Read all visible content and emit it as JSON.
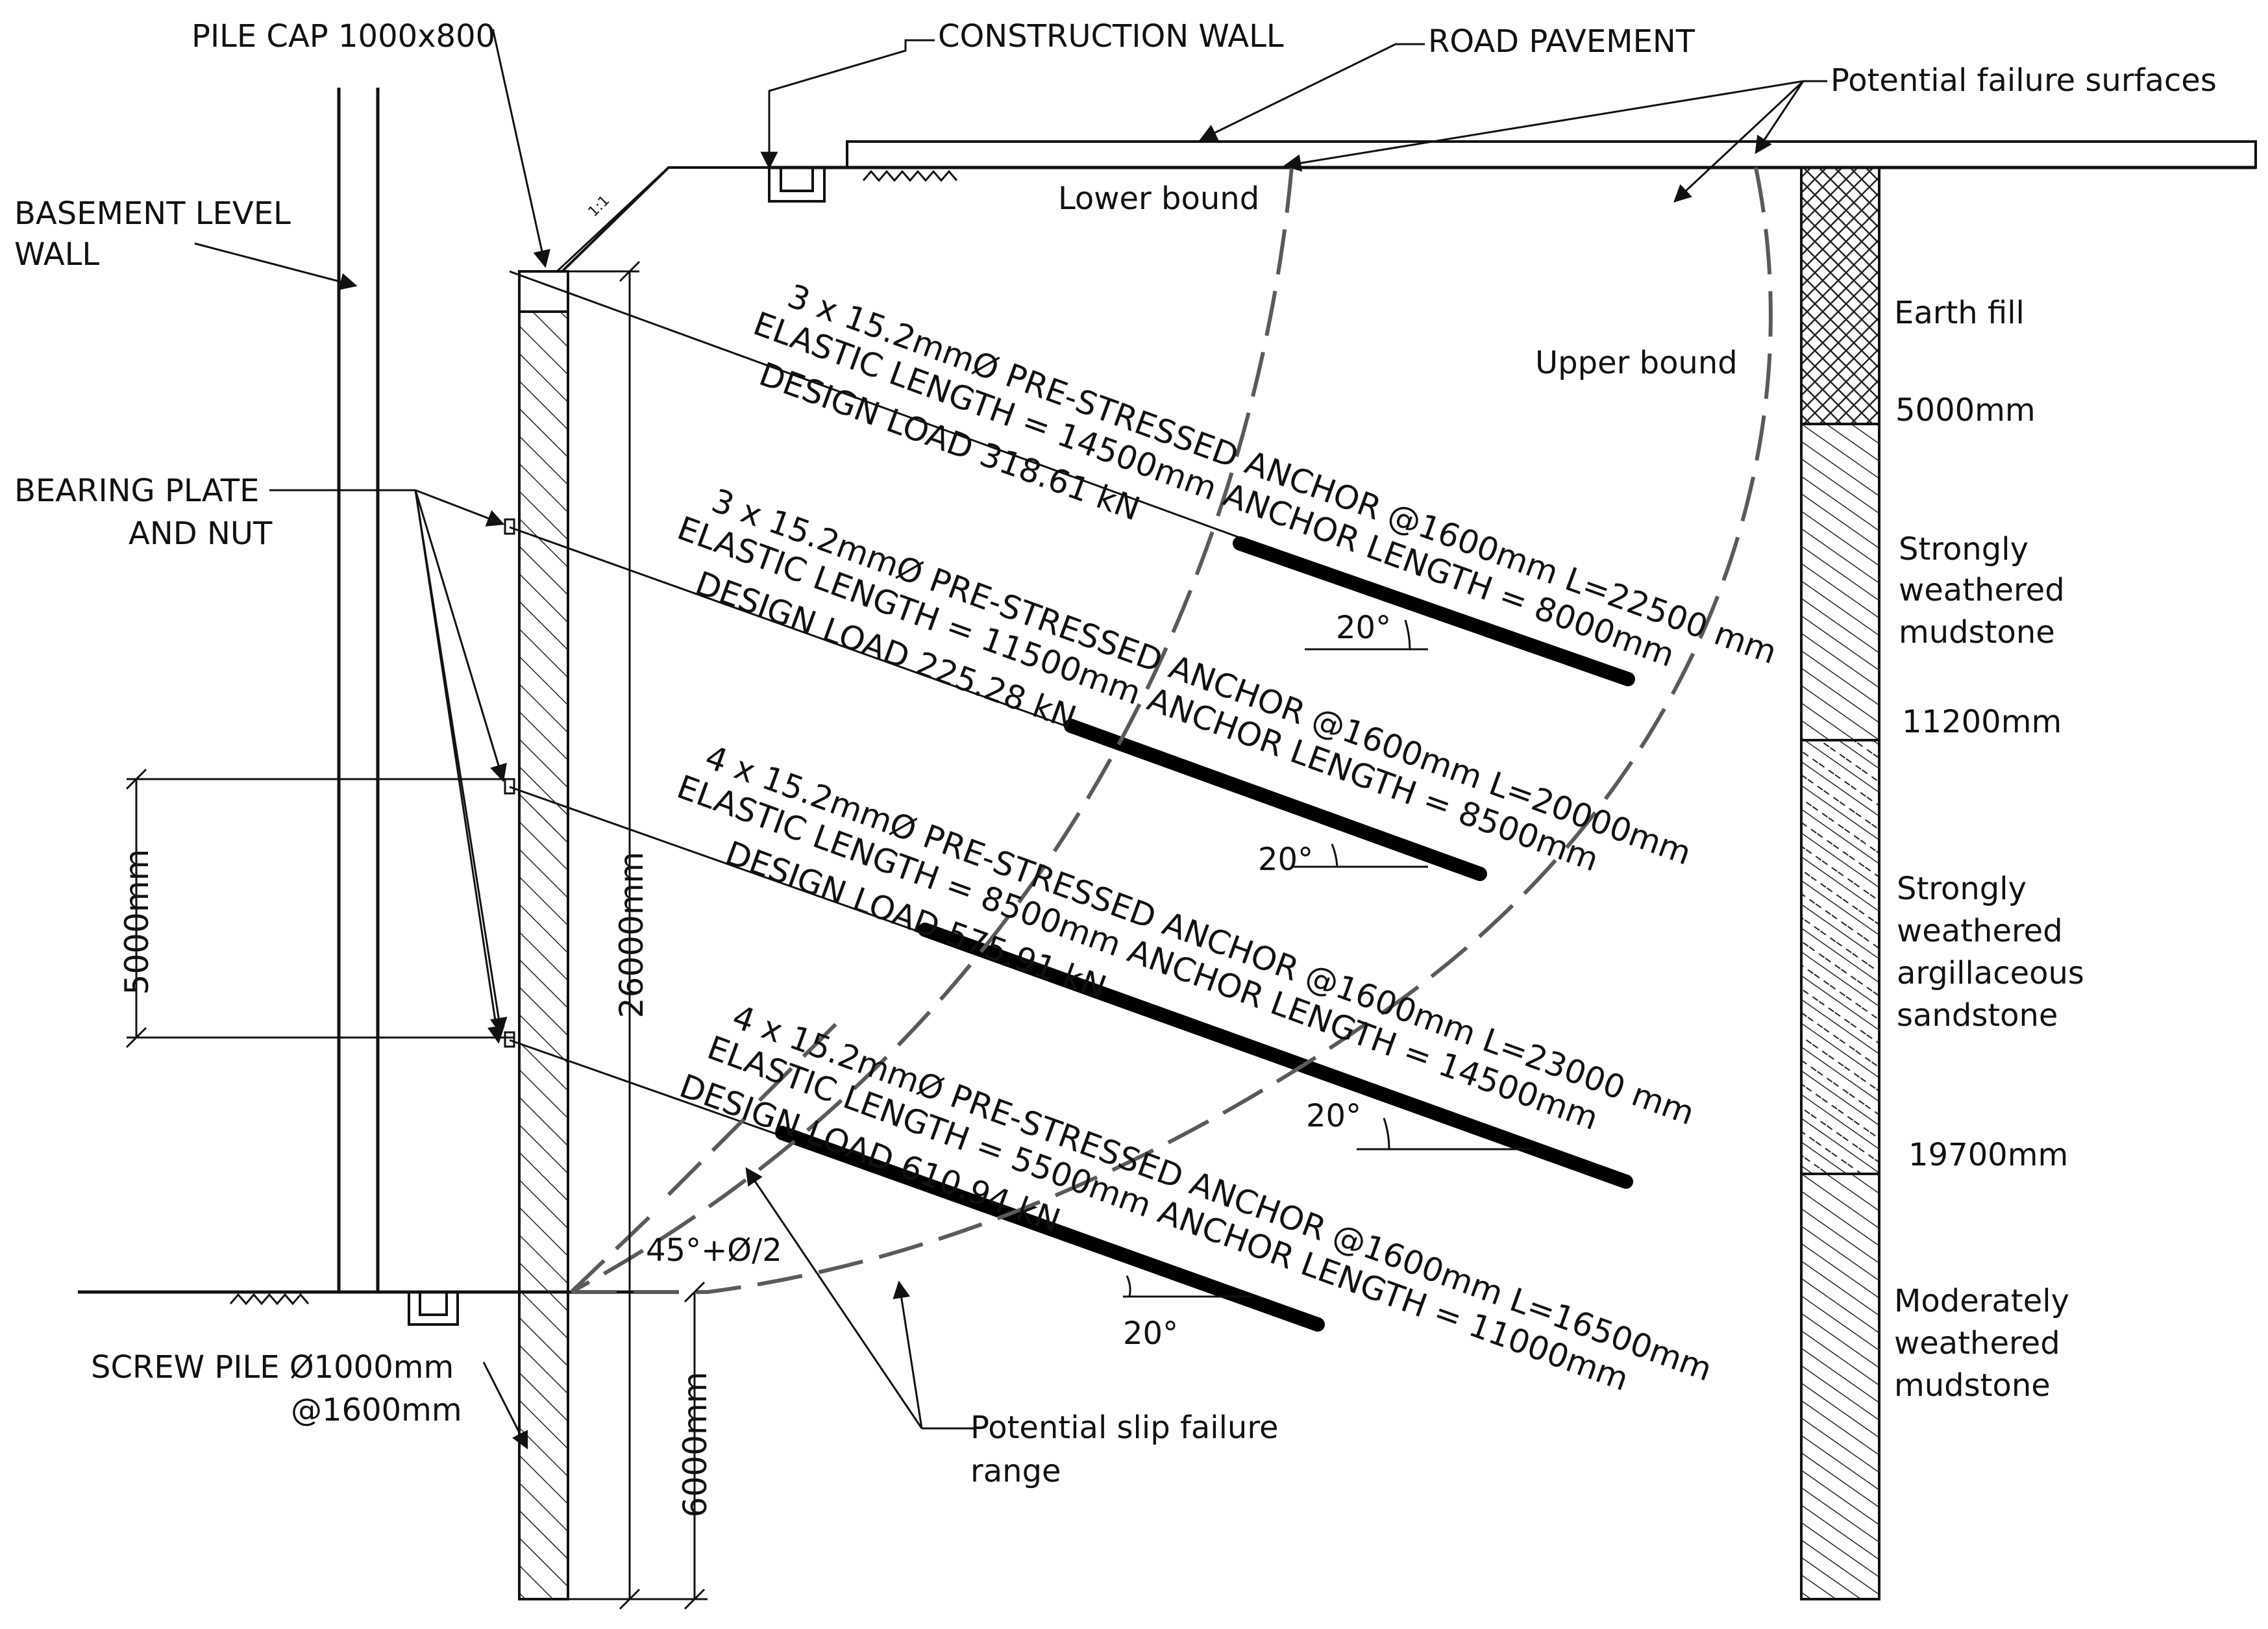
{
  "labels": {
    "pile_cap": "PILE CAP 1000x800",
    "construction_wall": "CONSTRUCTION WALL",
    "road_pavement": "ROAD PAVEMENT",
    "potential_failure_surfaces": "Potential failure surfaces",
    "basement_wall_line1": "BASEMENT LEVEL",
    "basement_wall_line2": "WALL",
    "lower_bound": "Lower bound",
    "upper_bound": "Upper bound",
    "bearing_plate_line1": "BEARING PLATE",
    "bearing_plate_line2": "AND NUT",
    "screw_pile_line1": "SCREW PILE Ø1000mm",
    "screw_pile_line2": "@1600mm",
    "slip_range_line1": "Potential slip failure",
    "slip_range_line2": "range",
    "angle_45": "45°+Ø/2",
    "slope_ratio": "1:1"
  },
  "dimensions": {
    "anchor_spacing": "5000mm",
    "pile_length": "26000mm",
    "embedment": "6000mm"
  },
  "anchors": [
    {
      "line1": "3 x 15.2mmØ PRE-STRESSED ANCHOR @1600mm  L=22500 mm",
      "line2": "ELASTIC LENGTH = 14500mm  ANCHOR LENGTH = 8000mm",
      "line3": "DESIGN LOAD 318.61 kN",
      "angle": "20°"
    },
    {
      "line1": "3 x 15.2mmØ PRE-STRESSED ANCHOR @1600mm  L=20000mm",
      "line2": "ELASTIC LENGTH = 11500mm  ANCHOR LENGTH = 8500mm",
      "line3": "DESIGN LOAD 225.28 kN",
      "angle": "20°"
    },
    {
      "line1": "4 x 15.2mmØ PRE-STRESSED ANCHOR @1600mm  L=23000 mm",
      "line2": "ELASTIC LENGTH = 8500mm  ANCHOR LENGTH = 14500mm",
      "line3": "DESIGN LOAD 575.91 kN",
      "angle": "20°"
    },
    {
      "line1": "4 x 15.2mmØ PRE-STRESSED ANCHOR @1600mm  L=16500mm",
      "line2": "ELASTIC LENGTH = 5500mm  ANCHOR LENGTH = 11000mm",
      "line3": "DESIGN LOAD 610.94 kN",
      "angle": "20°"
    }
  ],
  "strata": [
    {
      "name_lines": [
        "Earth fill"
      ],
      "bottom_depth": "5000mm"
    },
    {
      "name_lines": [
        "Strongly",
        "weathered",
        "mudstone"
      ],
      "bottom_depth": "11200mm"
    },
    {
      "name_lines": [
        "Strongly",
        "weathered",
        "argillaceous",
        "sandstone"
      ],
      "bottom_depth": "19700mm"
    },
    {
      "name_lines": [
        "Moderately",
        "weathered",
        "mudstone"
      ],
      "bottom_depth": ""
    }
  ]
}
